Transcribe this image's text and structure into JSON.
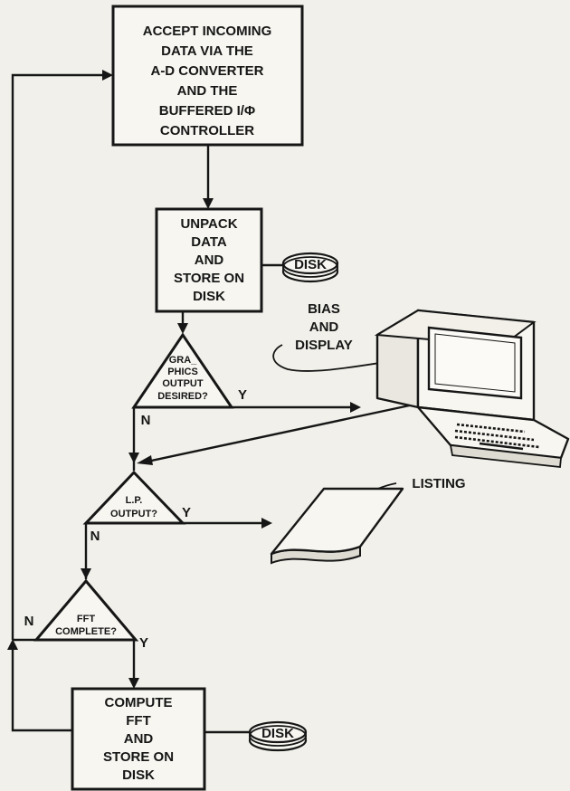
{
  "nodes": {
    "accept": [
      "ACCEPT INCOMING",
      "DATA VIA THE",
      "A-D CONVERTER",
      "AND THE",
      "BUFFERED I/Φ",
      "CONTROLLER"
    ],
    "unpack": [
      "UNPACK",
      "DATA",
      "AND",
      "STORE ON",
      "DISK"
    ],
    "graphics": [
      "GRA_",
      "PHICS",
      "OUTPUT",
      "DESIRED?"
    ],
    "lp": [
      "L.P.",
      "OUTPUT?"
    ],
    "fft": [
      "FFT",
      "COMPLETE?"
    ],
    "compute": [
      "COMPUTE",
      "FFT",
      "AND",
      "STORE ON",
      "DISK"
    ]
  },
  "labels": {
    "disk1": "DISK",
    "disk2": "DISK",
    "bias": [
      "BIAS",
      "AND",
      "DISPLAY"
    ],
    "listing": "LISTING",
    "graphics_yes": "Y",
    "graphics_no": "N",
    "lp_yes": "Y",
    "lp_no": "N",
    "fft_yes": "Y",
    "fft_no": "N"
  },
  "icons": {
    "terminal": "display-terminal-icon",
    "disk": "disk-platter-icon",
    "listing": "printout-paper-icon"
  }
}
